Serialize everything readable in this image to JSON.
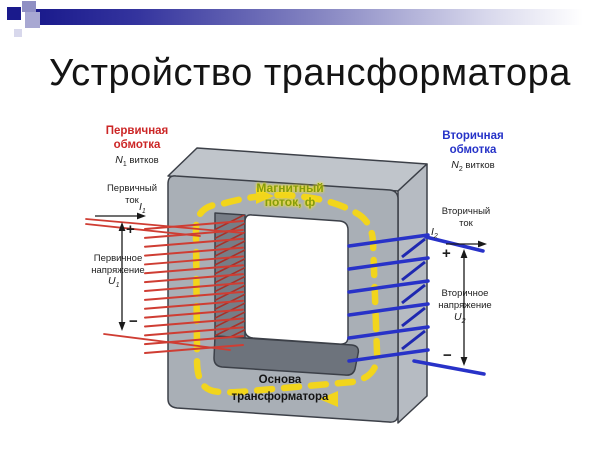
{
  "slide": {
    "title": "Устройство трансформатора"
  },
  "diagram": {
    "flux": {
      "line1": "Магнитный",
      "line2": "поток, ф",
      "text_color": "#849b0d",
      "arrow_color": "#f2d51c"
    },
    "core": {
      "line1": "Основа",
      "line2": "трансформатора",
      "face_color": "#a9afb6"
    },
    "primary": {
      "heading1": "Первичная",
      "heading2": "обмотка",
      "turns_symbol": "N",
      "turns_sub": "1",
      "turns_word": "витков",
      "turns_shown": 15,
      "current1": "Первичный",
      "current2": "ток",
      "current_symbol": "I",
      "current_sub": "1",
      "plus": "+",
      "minus": "−",
      "voltage1": "Первичное",
      "voltage2": "напряжение",
      "voltage_symbol": "U",
      "voltage_sub": "1",
      "label_color": "#cc2626",
      "wire_color": "#cf3d33"
    },
    "secondary": {
      "heading1": "Вторичная",
      "heading2": "обмотка",
      "turns_symbol": "N",
      "turns_sub": "2",
      "turns_word": "витков",
      "turns_shown": 6,
      "current1": "Вторичный",
      "current2": "ток",
      "current_symbol": "I",
      "current_sub": "2",
      "plus": "+",
      "minus": "−",
      "voltage1": "Вторичное",
      "voltage2": "напряжение",
      "voltage_symbol": "U",
      "voltage_sub": "2",
      "label_color": "#2633c8",
      "wire_color": "#2832c8"
    }
  }
}
